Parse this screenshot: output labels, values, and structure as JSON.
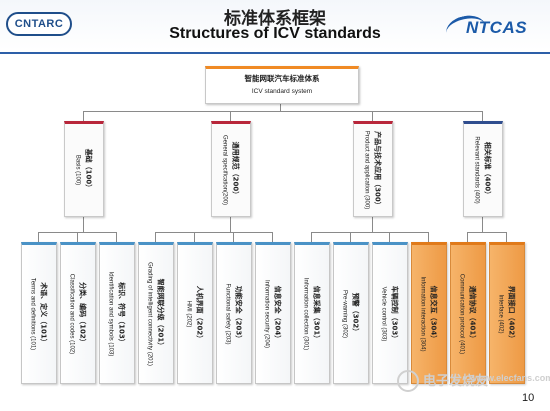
{
  "header": {
    "logo_left": "CNTARC",
    "logo_right": "NTCAS",
    "title_cn": "标准体系框架",
    "title_en": "Structures of ICV standards"
  },
  "colors": {
    "accent_blue": "#2d5fa8",
    "root_orange": "#f08a24",
    "group_red": "#b8263a",
    "group_blue": "#2f4d8e",
    "leaf_blue": "#4a92c6",
    "leaf_highlight": "#ee9a45"
  },
  "root": {
    "cn": "智能网联汽车标准体系",
    "en": "ICV standard system"
  },
  "groups": [
    {
      "cn": "基础（100）",
      "en": "Basis (100)"
    },
    {
      "cn": "通用规范（200）",
      "en": "General specification(200)"
    },
    {
      "cn": "产品与技术应用（300）",
      "en": "Product and application (300)"
    },
    {
      "cn": "相关标准（400）",
      "en": "Relevant standards (400)"
    }
  ],
  "leaves": [
    {
      "cn": "术语、定义（101）",
      "en": "Terms and definitions (101)"
    },
    {
      "cn": "分类、编码（102）",
      "en": "Classification and codes (102)"
    },
    {
      "cn": "标识、符号（103）",
      "en": "Identification and symbols (103)"
    },
    {
      "cn": "智能网联分级（201）",
      "en": "Grading of intelligent connectivity (201)"
    },
    {
      "cn": "人机界面（202）",
      "en": "HMI (202)"
    },
    {
      "cn": "功能安全（203）",
      "en": "Functional safety (203)"
    },
    {
      "cn": "信息安全（204）",
      "en": "Information security (204)"
    },
    {
      "cn": "信息采集（301）",
      "en": "Information collection (301)"
    },
    {
      "cn": "预警（302）",
      "en": "Pre-warning (302)"
    },
    {
      "cn": "车辆控制（303）",
      "en": "Vehicle control (303)"
    },
    {
      "cn": "信息交互（304）",
      "en": "Information interaction (304)"
    },
    {
      "cn": "通信协议（401）",
      "en": "Communication protocol (401)"
    },
    {
      "cn": "界面接口（402）",
      "en": "Interface (402)"
    }
  ],
  "watermark": {
    "cn": "电子发烧友",
    "url": "www.elecfans.com"
  },
  "page_number": "10"
}
